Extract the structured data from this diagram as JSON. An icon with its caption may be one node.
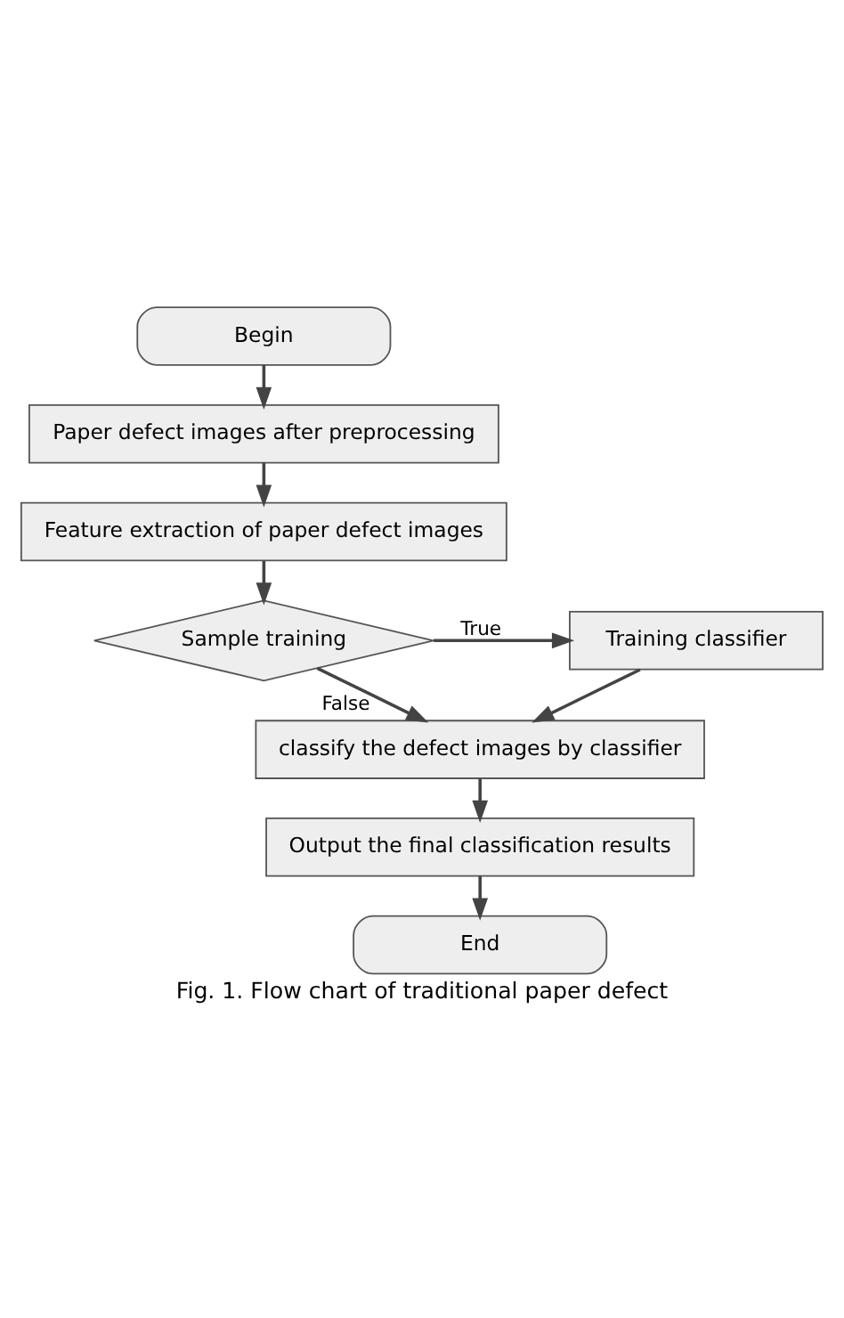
{
  "diagram": {
    "caption": "Fig. 1. Flow chart of traditional paper defect",
    "nodes": [
      {
        "text": [
          "Begin"
        ]
      },
      {
        "text": [
          "Paper defect images after preprocessing"
        ]
      },
      {
        "text": [
          "Feature extraction of paper defect images"
        ]
      },
      {
        "text": [
          "Sample training"
        ]
      },
      {
        "text": [
          "Training classifier"
        ]
      },
      {
        "text": [
          "classify the defect images by classifier"
        ]
      },
      {
        "text": [
          "Output the final classification results"
        ]
      },
      {
        "text": [
          "End"
        ]
      }
    ],
    "edges": [
      {
        "from": 0,
        "to": 1,
        "arrow": "to"
      },
      {
        "from": 1,
        "to": 2,
        "arrow": "to"
      },
      {
        "from": 2,
        "to": 3,
        "arrow": "to"
      },
      {
        "from": 3,
        "to": 4,
        "arrow": "to",
        "label": "True"
      },
      {
        "from": 3,
        "to": 5,
        "arrow": "to",
        "label": "False"
      },
      {
        "from": 4,
        "to": 5,
        "arrow": "to"
      },
      {
        "from": 5,
        "to": 6,
        "arrow": "to"
      },
      {
        "from": 6,
        "to": 7,
        "arrow": "to"
      }
    ]
  }
}
